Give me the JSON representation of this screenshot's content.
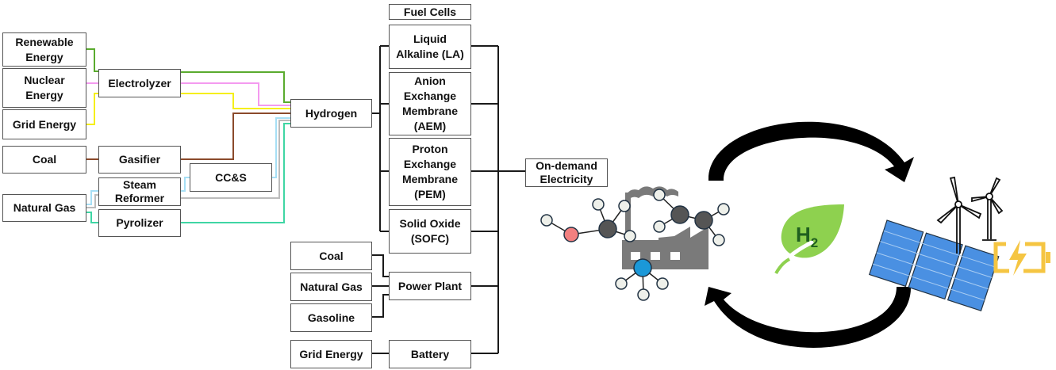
{
  "sources": {
    "renewable": "Renewable\nEnergy",
    "nuclear": "Nuclear\nEnergy",
    "grid": "Grid Energy",
    "coal": "Coal",
    "natural_gas": "Natural Gas"
  },
  "processes": {
    "electrolyzer": "Electrolyzer",
    "gasifier": "Gasifier",
    "steam_reformer": "Steam\nReformer",
    "pyrolizer": "Pyrolizer",
    "ccs": "CC&S"
  },
  "hydrogen": "Hydrogen",
  "fuel_cells": {
    "header": "Fuel Cells",
    "items": [
      "Liquid\nAlkaline (LA)",
      "Anion\nExchange\nMembrane\n(AEM)",
      "Proton\nExchange\nMembrane\n(PEM)",
      "Solid Oxide\n(SOFC)"
    ]
  },
  "power_plant": {
    "inputs": [
      "Coal",
      "Natural Gas",
      "Gasoline"
    ],
    "label": "Power Plant"
  },
  "battery": {
    "input": "Grid Energy",
    "label": "Battery"
  },
  "output": "On-demand\nElectricity",
  "leaf_label": {
    "main": "H",
    "sub": "2"
  },
  "colors": {
    "renewable_line": "#5aab2e",
    "nuclear_line": "#f49af0",
    "grid_line": "#f5ef1a",
    "coal_line": "#8b4a2b",
    "smr_ccs_line": "#a7dff5",
    "smr_line": "#bcbcbc",
    "pyrolizer_line": "#3fd6a4",
    "leaf_green": "#8ed14f",
    "h2_text": "#1f5f1f",
    "factory_gray": "#7a7a7a",
    "solar_blue": "#4a90e2",
    "battery_yellow": "#f5c542"
  }
}
